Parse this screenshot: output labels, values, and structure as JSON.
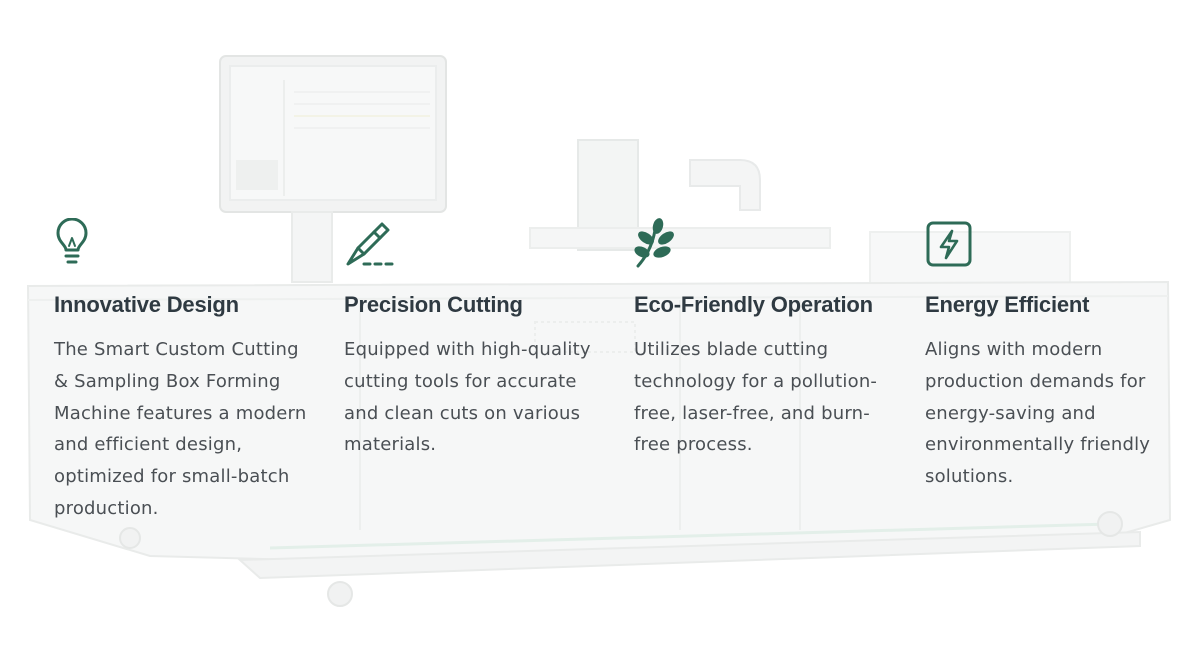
{
  "colors": {
    "icon": "#2e6b57",
    "heading": "#2f3a42",
    "body_text": "#4a4f54",
    "background": "#ffffff"
  },
  "features": [
    {
      "icon": "lightbulb-icon",
      "title": "Innovative Design",
      "description": "The Smart Custom Cutting & Sampling Box Forming Machine features a modern and efficient design, optimized for small-batch production."
    },
    {
      "icon": "scalpel-icon",
      "title": "Precision Cutting",
      "description": "Equipped with high-quality cutting tools for accurate and clean cuts on various materials."
    },
    {
      "icon": "leaf-icon",
      "title": "Eco-Friendly Operation",
      "description": "Utilizes blade cutting technology for a pollution-free, laser-free, and burn-free process."
    },
    {
      "icon": "lightning-icon",
      "title": "Energy Efficient",
      "description": "Aligns with modern production demands for energy-saving and environmentally friendly solutions."
    }
  ]
}
